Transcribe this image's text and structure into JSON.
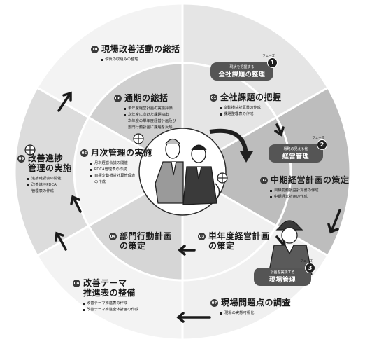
{
  "center_steps": [
    {
      "num": "01",
      "title": "全社課題の把握",
      "items": [
        "変動損益計算書の作成",
        "課題整理表の作成"
      ]
    },
    {
      "num": "02",
      "title": "中期経営計画の策定",
      "items": [
        "目標変動損益計算書の作成",
        "中期経営計画の作成"
      ]
    },
    {
      "num": "03",
      "title": "単年度経営計画",
      "subtitle": "の策定"
    },
    {
      "num": "04",
      "title": "部門行動計画",
      "subtitle": "の策定"
    },
    {
      "num": "05",
      "title": "月次管理の実施",
      "items": [
        "月次経営会議の開催",
        "PDCA管理表の作成",
        "目標変動損益計算管理表",
        "の作成"
      ]
    },
    {
      "num": "06",
      "title": "通期の総括",
      "items": [
        "単年度経営計画の実施評価",
        "次年度に向けた課題抽出"
      ],
      "note": [
        "次年度の単年度経営計画及び",
        "部門行動計画に課題を反映"
      ]
    },
    {
      "num": "07",
      "title": "現場問題点の調査",
      "items": [
        "現場の実態可視化"
      ]
    },
    {
      "num": "08",
      "title": "改善テーマ",
      "subtitle": "推進表の整備",
      "items": [
        "改善テーマ推進表の作成",
        "改善テーマ推進全体計画の作成"
      ]
    },
    {
      "num": "09",
      "title": "改善進捗",
      "subtitle": "管理の実施",
      "items": [
        "進捗確認会の開催",
        "改善進捗PDCA",
        "管理表の作成"
      ]
    },
    {
      "num": "10",
      "title": "現場改善活動の総括",
      "items": [
        "今後の取組みの整理"
      ]
    }
  ],
  "phases": [
    {
      "phase_label": "フェーズ",
      "number": "1",
      "caption": "現状を把握する",
      "name": "全社課題の整理"
    },
    {
      "phase_label": "フェーズ",
      "number": "2",
      "caption": "戦略の見える化",
      "name": "経営管理"
    },
    {
      "phase_label": "フェーズ",
      "number": "3",
      "caption": "計画を実践する",
      "name": "現場管理"
    }
  ],
  "colors": {
    "light": "#f3f3f3",
    "mid": "#dcdcdc",
    "dark": "#bdbdbd",
    "bubble": "#555555",
    "badge": "#3b3b3b"
  }
}
